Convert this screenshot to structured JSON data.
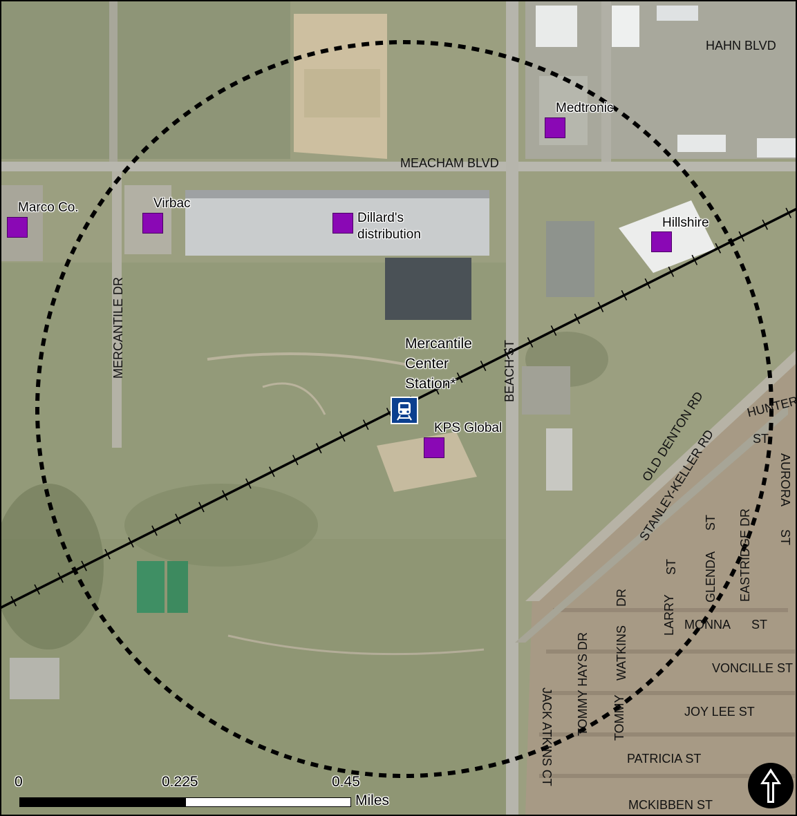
{
  "map": {
    "roads": [
      {
        "id": "hahn",
        "name": "HAHN BLVD"
      },
      {
        "id": "meacham",
        "name": "MEACHAM BLVD"
      },
      {
        "id": "mercantile",
        "name": "MERCANTILE DR"
      },
      {
        "id": "beach",
        "name": "BEACH ST"
      },
      {
        "id": "old-denton",
        "name": "OLD DENTON RD"
      },
      {
        "id": "stanley-keller",
        "name": "STANLEY-KELLER RD"
      },
      {
        "id": "hunter-a",
        "name": "HUNTER"
      },
      {
        "id": "hunter-b",
        "name": "ST"
      },
      {
        "id": "aurora-a",
        "name": "AURORA"
      },
      {
        "id": "aurora-b",
        "name": "ST"
      },
      {
        "id": "glenda-a",
        "name": "ST"
      },
      {
        "id": "glenda-b",
        "name": "GLENDA"
      },
      {
        "id": "eastridge",
        "name": "EASTRIDGE DR"
      },
      {
        "id": "larry-a",
        "name": "ST"
      },
      {
        "id": "larry-b",
        "name": "LARRY"
      },
      {
        "id": "monna-a",
        "name": "MONNA"
      },
      {
        "id": "monna-b",
        "name": "ST"
      },
      {
        "id": "tommy-watkins-a",
        "name": "DR"
      },
      {
        "id": "tommy-watkins-b",
        "name": "WATKINS"
      },
      {
        "id": "tommy-watkins-c",
        "name": "TOMMY"
      },
      {
        "id": "tommy-hays",
        "name": "TOMMY HAYS DR"
      },
      {
        "id": "jack-atkins",
        "name": "JACK ATKINS CT"
      },
      {
        "id": "voncille",
        "name": "VONCILLE ST"
      },
      {
        "id": "joy-lee",
        "name": "JOY LEE ST"
      },
      {
        "id": "patricia",
        "name": "PATRICIA ST"
      },
      {
        "id": "mckibben",
        "name": "MCKIBBEN ST"
      }
    ],
    "employers": [
      {
        "id": "medtronic",
        "name": "Medtronic"
      },
      {
        "id": "marco",
        "name": "Marco Co."
      },
      {
        "id": "virbac",
        "name": "Virbac"
      },
      {
        "id": "dillards",
        "name": "Dillard's\ndistribution"
      },
      {
        "id": "hillshire",
        "name": "Hillshire"
      },
      {
        "id": "kps",
        "name": "KPS Global"
      }
    ],
    "station": {
      "name": "Mercantile\nCenter\nStation*",
      "icon": "train-icon"
    },
    "buffer_radius_miles": 0.5,
    "colors": {
      "employer_marker": "#8a08b5",
      "station_icon": "#0b3f8f",
      "buffer": "#000000",
      "rail": "#000000"
    }
  },
  "scale_bar": {
    "labels": [
      "0",
      "0.225",
      "0.45"
    ],
    "unit": "Miles"
  },
  "north_arrow": {
    "icon": "north-arrow-icon"
  }
}
